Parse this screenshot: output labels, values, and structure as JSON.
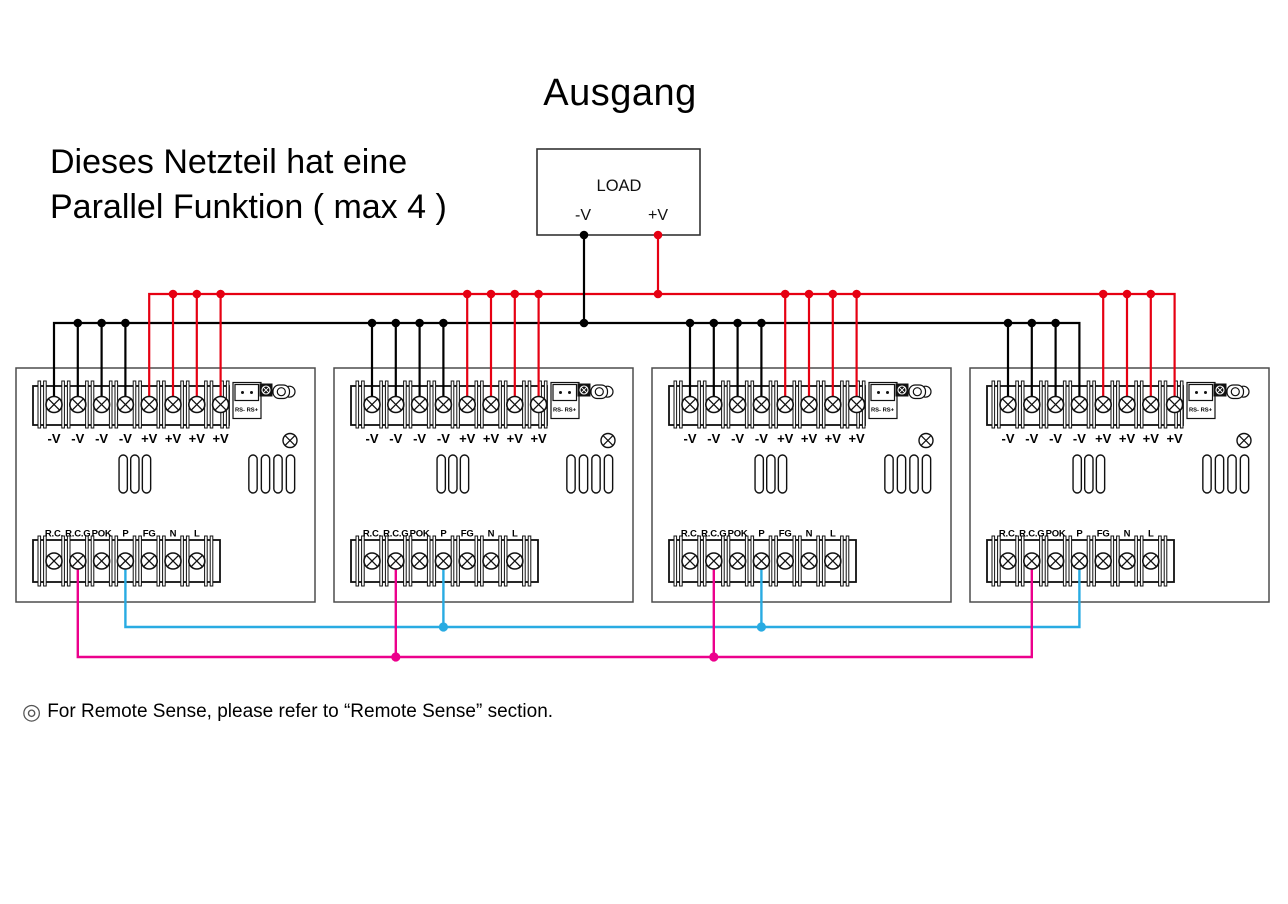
{
  "title": "Ausgang",
  "description": {
    "line1": "Dieses Netzteil hat eine",
    "line2": "Parallel Funktion ( max 4 )"
  },
  "load": {
    "label": "LOAD",
    "negative_terminal": "-V",
    "positive_terminal": "+V"
  },
  "psu_unit": {
    "count": 4,
    "top_terminal_labels": [
      "-V",
      "-V",
      "-V",
      "-V",
      "+V",
      "+V",
      "+V",
      "+V"
    ],
    "bottom_terminal_labels": [
      "R.C.",
      "R.C.G",
      "POK",
      "P",
      "FG",
      "N",
      "L"
    ],
    "sense_connector_label": "RS- RS+"
  },
  "note": {
    "symbol": "◎",
    "text": "For Remote Sense, please refer to “Remote Sense” section."
  },
  "colors": {
    "positive_wire": "#e60012",
    "negative_wire": "#000000",
    "parallel_wire": "#29abe2",
    "remote_wire": "#ec008c",
    "connector_label": "#4060a8"
  }
}
